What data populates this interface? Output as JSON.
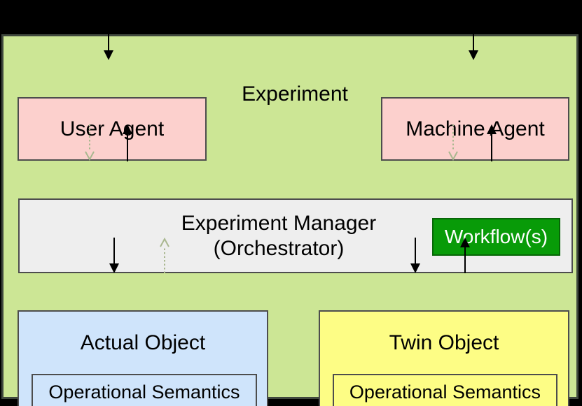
{
  "diagram": {
    "title": "Experiment",
    "nodes": {
      "user_agent": {
        "label": "User Agent"
      },
      "machine_agent": {
        "label": "Machine Agent"
      },
      "experiment_manager": {
        "label_line1": "Experiment Manager",
        "label_line2": "(Orchestrator)"
      },
      "workflow": {
        "label": "Workflow(s)"
      },
      "actual_object": {
        "label": "Actual Object",
        "inner_label": "Operational Semantics"
      },
      "twin_object": {
        "label": "Twin Object",
        "inner_label": "Operational Semantics"
      }
    },
    "edges": [
      {
        "from": "outside-top",
        "to": "user_agent",
        "style": "solid-black",
        "direction": "down"
      },
      {
        "from": "outside-top",
        "to": "machine_agent",
        "style": "solid-black",
        "direction": "down"
      },
      {
        "from": "user_agent",
        "to": "experiment_manager",
        "style": "dotted-gray",
        "direction": "down"
      },
      {
        "from": "experiment_manager",
        "to": "user_agent",
        "style": "solid-black",
        "direction": "up"
      },
      {
        "from": "machine_agent",
        "to": "experiment_manager",
        "style": "dotted-gray",
        "direction": "down"
      },
      {
        "from": "experiment_manager",
        "to": "machine_agent",
        "style": "solid-black",
        "direction": "up"
      },
      {
        "from": "experiment_manager",
        "to": "actual_object",
        "style": "solid-black",
        "direction": "down"
      },
      {
        "from": "actual_object",
        "to": "experiment_manager",
        "style": "dotted-gray",
        "direction": "up"
      },
      {
        "from": "experiment_manager",
        "to": "twin_object",
        "style": "solid-black",
        "direction": "down"
      },
      {
        "from": "twin_object",
        "to": "experiment_manager",
        "style": "solid-black",
        "direction": "up"
      }
    ],
    "colors": {
      "canvas_bg": "#000000",
      "container_fill": "#cce695",
      "container_border": "#40483e",
      "agent_fill": "#fcd0cd",
      "manager_fill": "#eeeeee",
      "workflow_fill": "#089b08",
      "workflow_border": "#076607",
      "workflow_text": "#ffffff",
      "actual_object_fill": "#cfe4fb",
      "twin_object_fill": "#fdfd85",
      "box_border": "#4d4d4d",
      "solid_arrow": "#000000",
      "dotted_arrow": "#a9b78f"
    }
  }
}
